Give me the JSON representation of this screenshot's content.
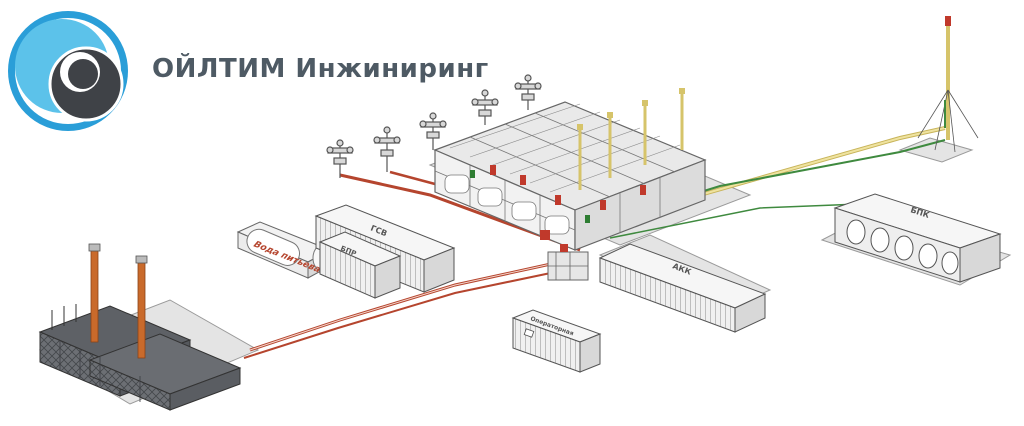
{
  "brand": {
    "company_name": "ОЙЛТИМ Инжиниринг",
    "logo_colors": {
      "ring": "#2a9ed8",
      "dark": "#3f4247",
      "light": "#5cc2ea"
    }
  },
  "container_labels": {
    "tank_trailer": "Вода питьевая",
    "left_container_top": "ГСВ",
    "left_container_front": "БПР",
    "center_container": "АКК",
    "control_container": "Операторная",
    "right_container": "БПК"
  },
  "pipe_colors": {
    "red": "#b5452e",
    "yellow": "#e3d17a",
    "green": "#3f8a3f"
  }
}
